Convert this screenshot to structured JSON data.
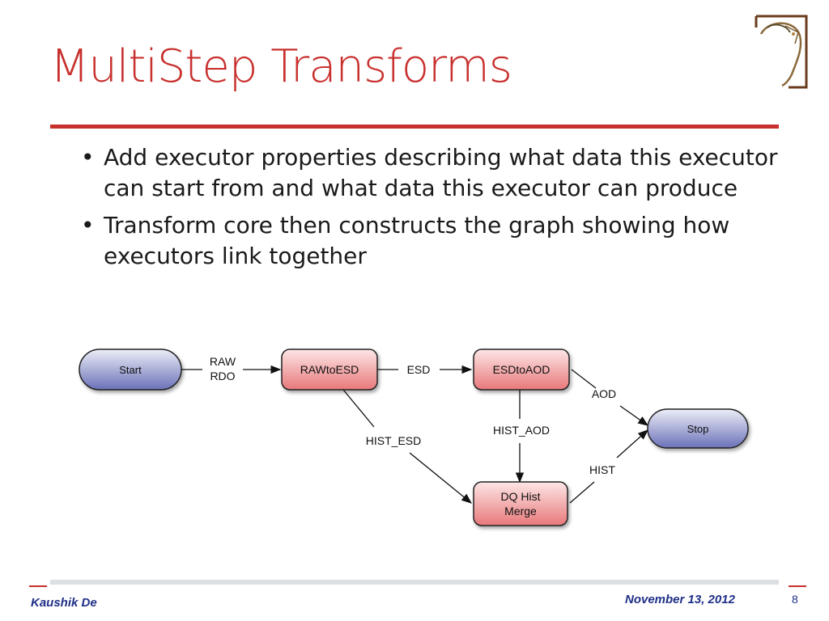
{
  "slide": {
    "title": "MultiStep Transforms",
    "bullets": [
      "Add executor properties describing what data this executor can start from and what data this executor can produce",
      "Transform core then constructs the graph showing how executors link together"
    ],
    "bullet_symbol": "•"
  },
  "diagram": {
    "nodes": {
      "start": "Start",
      "rawtoesd": "RAWtoESD",
      "esdtoaod": "ESDtoAOD",
      "stop": "Stop",
      "dq_line1": "DQ Hist",
      "dq_line2": "Merge"
    },
    "edges": {
      "raw": "RAW",
      "rdo": "RDO",
      "esd": "ESD",
      "aod": "AOD",
      "hist_esd": "HIST_ESD",
      "hist_aod": "HIST_AOD",
      "hist": "HIST"
    },
    "colors": {
      "terminal_fill_top": "#e6e8f3",
      "terminal_fill_bottom": "#6b71b8",
      "executor_fill_top": "#fde3e3",
      "executor_fill_bottom": "#e8787a"
    }
  },
  "footer": {
    "author": "Kaushik De",
    "date": "November 13, 2012",
    "page": "8"
  },
  "colors": {
    "accent": "#c8302d",
    "footer_text": "#1f2f86"
  }
}
